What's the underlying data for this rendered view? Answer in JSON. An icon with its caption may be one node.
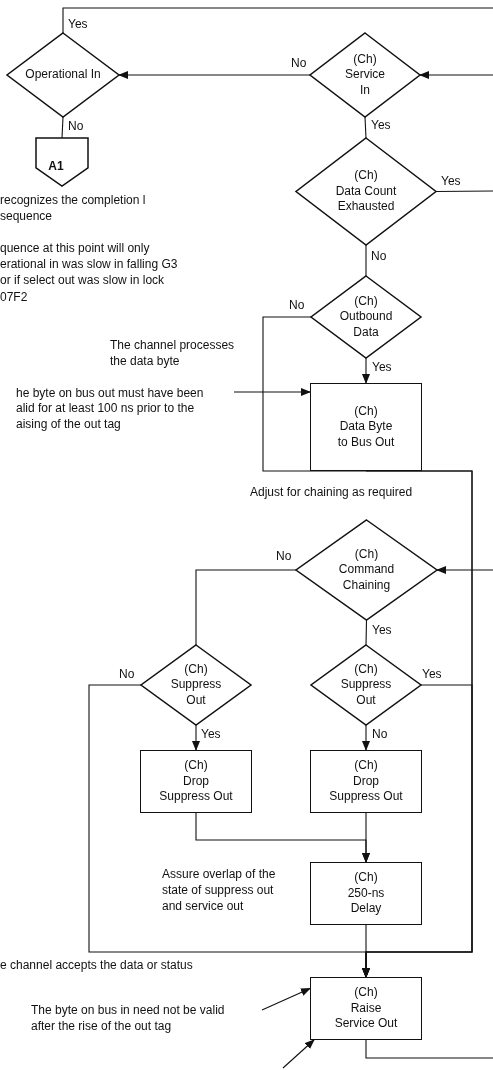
{
  "diagram": {
    "nodes": [
      {
        "text": [
          "Operational In"
        ]
      },
      {
        "text": [
          "(Ch)",
          "Service In"
        ]
      },
      {
        "text": [
          "A1"
        ]
      },
      {
        "text": [
          "(Ch)",
          "Data Count Exhausted"
        ]
      },
      {
        "text": [
          "(Ch)",
          "Outbound Data"
        ]
      },
      {
        "text": [
          "(Ch)",
          "Data Byte to Bus Out"
        ]
      },
      {
        "text": [
          "(Ch)",
          "Command Chaining"
        ]
      },
      {
        "text": [
          "(Ch)",
          "Suppress Out"
        ]
      },
      {
        "text": [
          "(Ch)",
          "Suppress Out"
        ]
      },
      {
        "text": [
          "(Ch)",
          "Drop Suppress Out"
        ]
      },
      {
        "text": [
          "(Ch)",
          "Drop Suppress Out"
        ]
      },
      {
        "text": [
          "(Ch)",
          "250-ns Delay"
        ]
      },
      {
        "text": [
          "(Ch)",
          "Raise Service Out"
        ]
      },
      {
        "text": [
          "he byte on bus out must have been alid for at least 100 ns prior to the aising of the out tag"
        ]
      },
      {
        "text": [
          "The byte on bus in need not be valid after the rise of the out tag"
        ]
      }
    ],
    "edges": [
      {
        "from": 0,
        "to": null,
        "arrow": "none",
        "label": "Yes"
      },
      {
        "from": null,
        "to": 1,
        "arrow": "to"
      },
      {
        "from": 1,
        "to": 0,
        "arrow": "to",
        "label": "No"
      },
      {
        "from": 0,
        "to": 2,
        "arrow": "none",
        "label": "No"
      },
      {
        "from": 1,
        "to": 3,
        "arrow": "none",
        "label": "Yes"
      },
      {
        "from": 3,
        "to": null,
        "arrow": "none",
        "label": "Yes"
      },
      {
        "from": 3,
        "to": 4,
        "arrow": "none",
        "label": "No"
      },
      {
        "from": 4,
        "to": 5,
        "arrow": "to",
        "label": "Yes"
      },
      {
        "from": 4,
        "to": 12,
        "arrow": "to",
        "label": "No"
      },
      {
        "from": 5,
        "to": 12,
        "arrow": "to"
      },
      {
        "from": null,
        "to": 6,
        "arrow": "to"
      },
      {
        "from": 6,
        "to": 7,
        "arrow": "none",
        "label": "No"
      },
      {
        "from": 6,
        "to": 8,
        "arrow": "none",
        "label": "Yes"
      },
      {
        "from": 7,
        "to": 12,
        "arrow": "to",
        "label": "No"
      },
      {
        "from": 8,
        "to": 12,
        "arrow": "to",
        "label": "Yes"
      },
      {
        "from": 7,
        "to": 9,
        "arrow": "to",
        "label": "Yes"
      },
      {
        "from": 8,
        "to": 10,
        "arrow": "to",
        "label": "No"
      },
      {
        "from": 9,
        "to": 11,
        "arrow": "to"
      },
      {
        "from": 10,
        "to": 11,
        "arrow": "to"
      },
      {
        "from": 11,
        "to": 12,
        "arrow": "to"
      },
      {
        "from": 13,
        "to": 5,
        "arrow": "to"
      },
      {
        "from": 14,
        "to": 12,
        "arrow": "to"
      },
      {
        "from": null,
        "to": 12,
        "arrow": "to"
      },
      {
        "from": 12,
        "to": null,
        "arrow": "none"
      }
    ],
    "labels": [
      "recognizes the completion l sequence",
      "quence at this point will only erational in was slow in falling G3 or if select out was slow in lock 07F2",
      "The channel processes the data byte",
      "Adjust for chaining as required",
      "Assure overlap of the state of suppress out and service out",
      "e channel accepts the data or status"
    ]
  }
}
